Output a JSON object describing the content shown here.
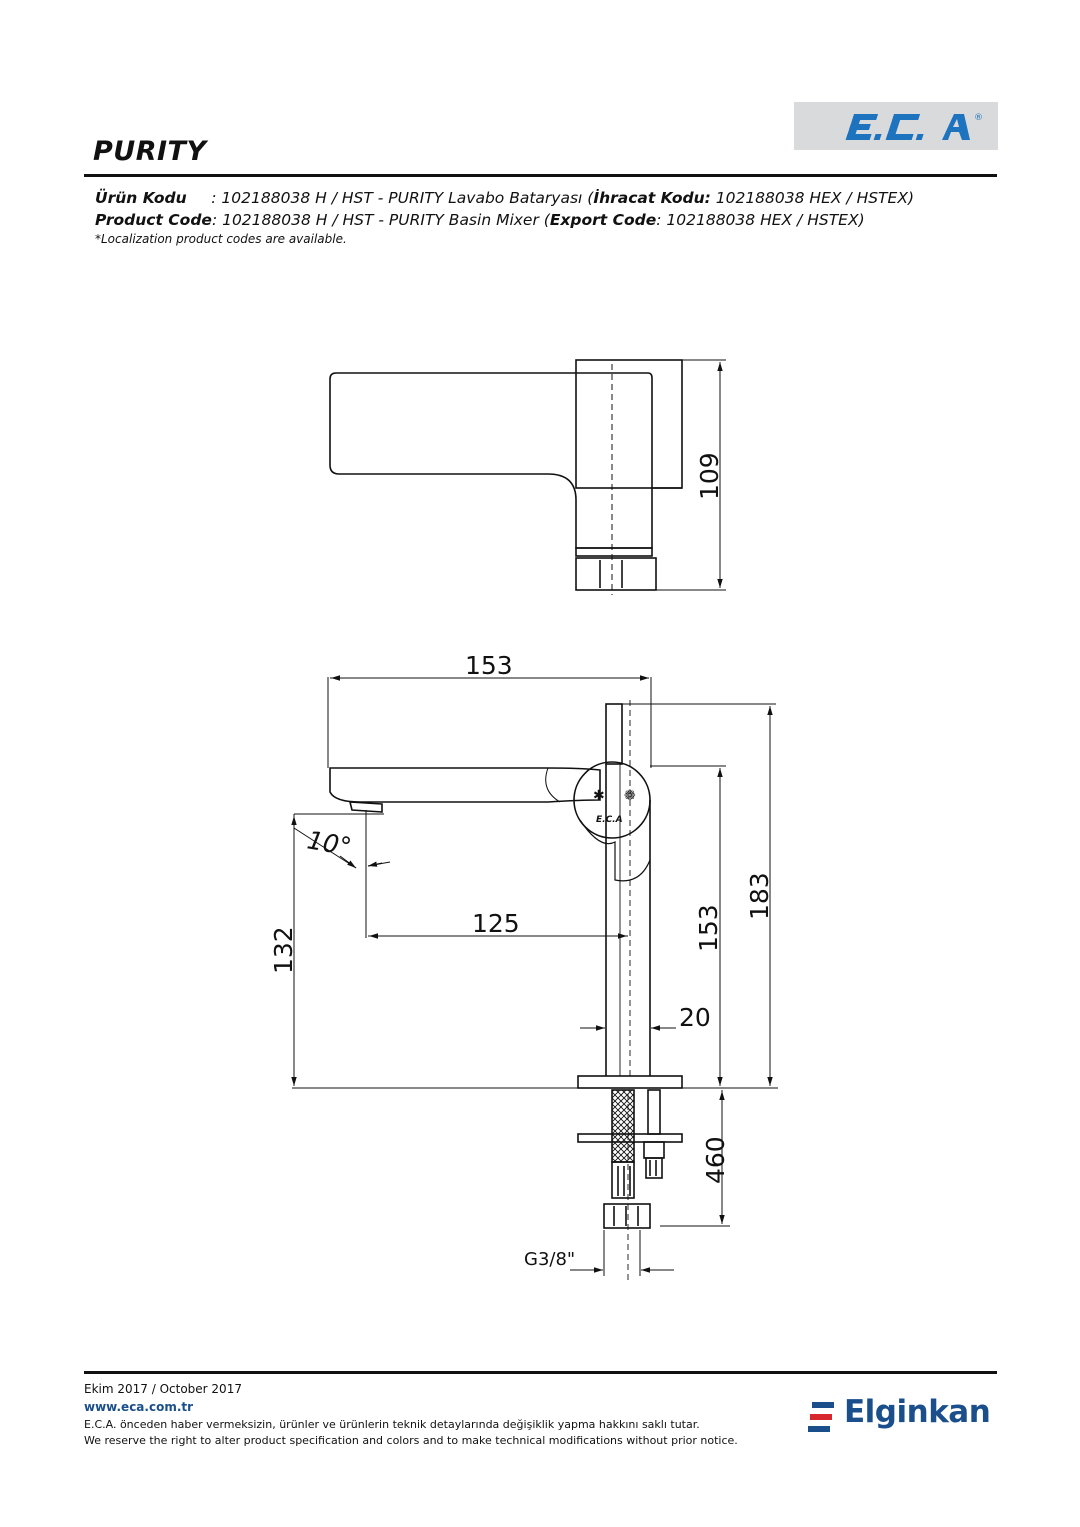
{
  "header": {
    "title": "PURITY",
    "brand_logo_text": "E.C.A",
    "brand_registered": "®"
  },
  "product_info": {
    "tr_label": "Ürün Kodu",
    "tr_value": "     : 102188038 H / HST - PURITY Lavabo Bataryası (",
    "tr_export_label": "İhracat Kodu:",
    "tr_export_value": " 102188038 HEX / HSTEX)",
    "en_label": "Product Code",
    "en_value": ": 102188038 H / HST - PURITY Basin Mixer (",
    "en_export_label": "Export Code",
    "en_export_value": ": 102188038 HEX / HSTEX)",
    "note": "*Localization product codes are available."
  },
  "drawing": {
    "dim_height_top": "109",
    "dim_length": "153",
    "dim_total_height": "183",
    "dim_height_body": "153",
    "dim_spout_height": "132",
    "dim_reach": "125",
    "dim_body_width": "20",
    "dim_hose_length": "460",
    "dim_thread": "G3/8\"",
    "dim_angle": "10°",
    "lever_logo": "E.C.A"
  },
  "footer": {
    "date": "Ekim 2017 / October 2017",
    "website": "www.eca.com.tr",
    "disclaimer_tr": "E.C.A. önceden haber vermeksizin, ürünler ve ürünlerin teknik detaylarında değişiklik yapma hakkını saklı tutar.",
    "disclaimer_en": "We reserve the right to alter product specification and colors and to make technical modifications without prior notice.",
    "company": "Elginkan"
  },
  "colors": {
    "brand_blue": "#1a4f8b",
    "logo_bg": "#d9dadb",
    "logo_blue": "#1e73be",
    "elginkan_red": "#d7262d"
  }
}
